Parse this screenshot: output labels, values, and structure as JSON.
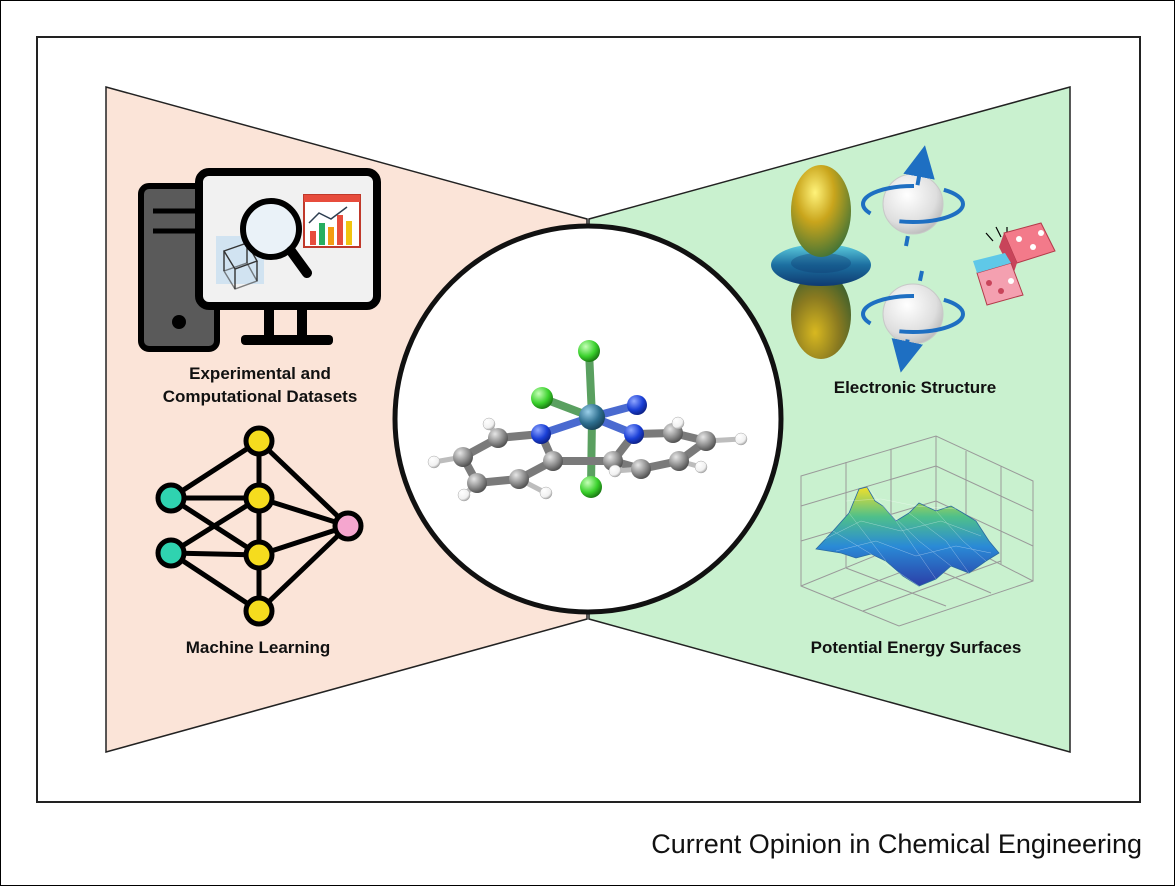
{
  "labels": {
    "datasets_line1": "Experimental and",
    "datasets_line2": "Computational Datasets",
    "machine_learning": "Machine Learning",
    "electronic_structure": "Electronic Structure",
    "potential_energy_surfaces": "Potential Energy Surfaces"
  },
  "journal": "Current Opinion in Chemical Engineering",
  "colors": {
    "left_panel": "#fbe4d8",
    "right_panel": "#c9f1cf",
    "node_yellow": "#f5dc1e",
    "node_teal": "#2fd3b0",
    "node_pink": "#f5a6cf",
    "metal": "#2d6e8e",
    "nitrogen": "#1a3fd6",
    "chlorine": "#3ad12c",
    "carbon": "#8a8a8a",
    "hydrogen": "#ffffff",
    "arrow_blue": "#1e6fc2"
  },
  "icons": [
    "computer-icon",
    "magnifier-icon",
    "bar-chart-icon",
    "neural-network-icon",
    "molecule-icon",
    "orbital-icon",
    "spin-up-icon",
    "spin-down-icon",
    "dice-icon",
    "surface-plot-icon"
  ]
}
